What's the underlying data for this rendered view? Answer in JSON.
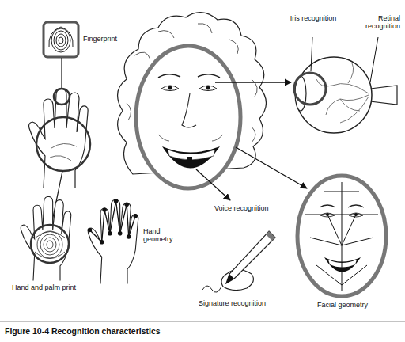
{
  "diagram": {
    "caption": "Figure 10-4 Recognition characteristics",
    "labels": [
      "Fingerprint",
      "Iris recognition",
      "Retinal recognition",
      "Voice recognition",
      "Hand geometry",
      "Hand and palm print",
      "Signature recognition",
      "Facial geometry"
    ]
  }
}
